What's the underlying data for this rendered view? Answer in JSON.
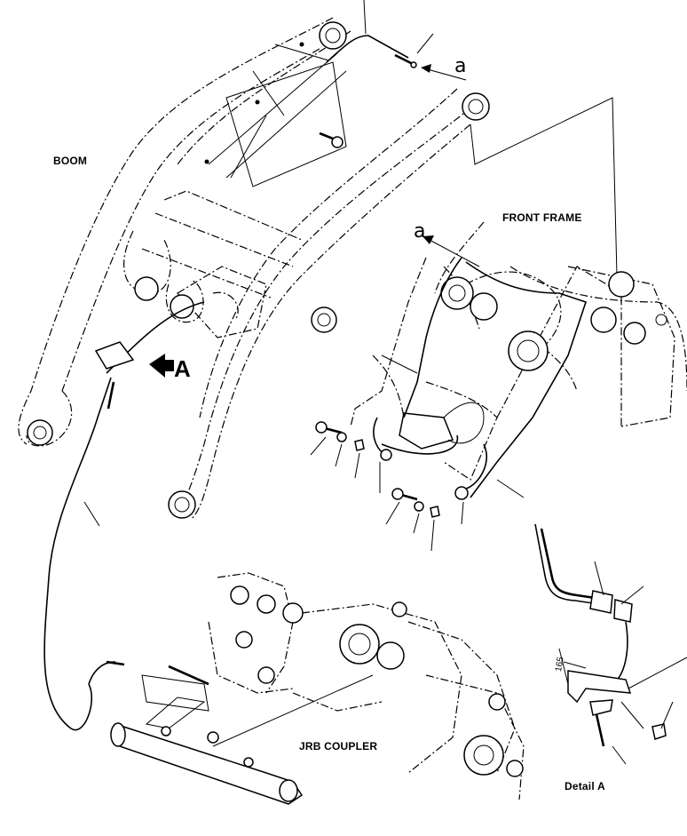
{
  "labels": {
    "boom": "BOOM",
    "front_frame": "FRONT FRAME",
    "jrb_coupler": "JRB COUPLER",
    "detail_a": "Detail A",
    "view_marker": "A",
    "connection_a_top": "a",
    "connection_a_frame": "a",
    "dim_text": "165"
  },
  "icons": {
    "view_arrow": "view-direction-arrow",
    "connection_arrow": "connection-arrow"
  }
}
